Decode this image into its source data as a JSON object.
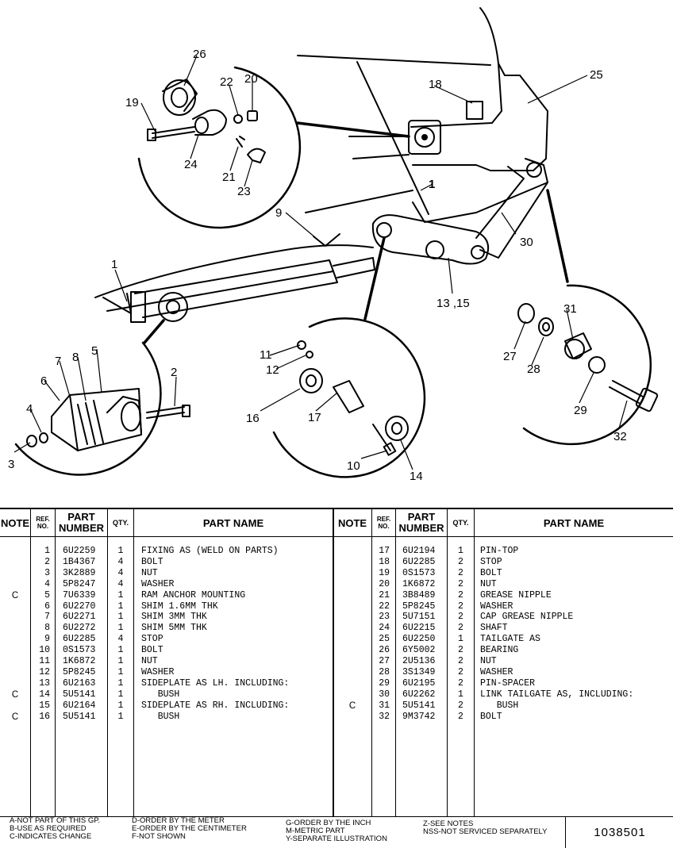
{
  "callouts": {
    "c1a": "1",
    "c1b": "1",
    "c2": "2",
    "c3": "3",
    "c4": "4",
    "c5": "5",
    "c6": "6",
    "c7": "7",
    "c8": "8",
    "c9": "9",
    "c10": "10",
    "c11": "11",
    "c12": "12",
    "c13": "13 ,15",
    "c14": "14",
    "c16": "16",
    "c17": "17",
    "c18": "18",
    "c19": "19",
    "c20": "20",
    "c21": "21",
    "c22": "22",
    "c23": "23",
    "c24": "24",
    "c25": "25",
    "c26": "26",
    "c27": "27",
    "c28": "28",
    "c29": "29",
    "c30": "30",
    "c31": "31",
    "c32": "32"
  },
  "table": {
    "headers": {
      "note": "NOTE",
      "ref": "REF. NO.",
      "part": "PART NUMBER",
      "qty": "QTY.",
      "name": "PART NAME"
    },
    "left": [
      {
        "note": "",
        "ref": "1",
        "part": "6U2259",
        "qty": "1",
        "name": "FIXING AS (WELD ON PARTS)"
      },
      {
        "note": "",
        "ref": "2",
        "part": "1B4367",
        "qty": "4",
        "name": "BOLT"
      },
      {
        "note": "",
        "ref": "3",
        "part": "3K2889",
        "qty": "4",
        "name": "NUT"
      },
      {
        "note": "",
        "ref": "4",
        "part": "5P8247",
        "qty": "4",
        "name": "WASHER"
      },
      {
        "note": "C",
        "ref": "5",
        "part": "7U6339",
        "qty": "1",
        "name": "RAM ANCHOR MOUNTING"
      },
      {
        "note": "",
        "ref": "6",
        "part": "6U2270",
        "qty": "1",
        "name": "SHIM 1.6MM THK"
      },
      {
        "note": "",
        "ref": "7",
        "part": "6U2271",
        "qty": "1",
        "name": "SHIM 3MM THK"
      },
      {
        "note": "",
        "ref": "8",
        "part": "6U2272",
        "qty": "1",
        "name": "SHIM 5MM THK"
      },
      {
        "note": "",
        "ref": "9",
        "part": "6U2285",
        "qty": "4",
        "name": "STOP"
      },
      {
        "note": "",
        "ref": "10",
        "part": "0S1573",
        "qty": "1",
        "name": "BOLT"
      },
      {
        "note": "",
        "ref": "11",
        "part": "1K6872",
        "qty": "1",
        "name": "NUT"
      },
      {
        "note": "",
        "ref": "12",
        "part": "5P8245",
        "qty": "1",
        "name": "WASHER"
      },
      {
        "note": "",
        "ref": "13",
        "part": "6U2163",
        "qty": "1",
        "name": "SIDEPLATE AS LH. INCLUDING:"
      },
      {
        "note": "C",
        "ref": "14",
        "part": "5U5141",
        "qty": "1",
        "name": "   BUSH"
      },
      {
        "note": "",
        "ref": "15",
        "part": "6U2164",
        "qty": "1",
        "name": "SIDEPLATE AS RH. INCLUDING:"
      },
      {
        "note": "C",
        "ref": "16",
        "part": "5U5141",
        "qty": "1",
        "name": "   BUSH"
      }
    ],
    "right": [
      {
        "note": "",
        "ref": "17",
        "part": "6U2194",
        "qty": "1",
        "name": "PIN-TOP"
      },
      {
        "note": "",
        "ref": "18",
        "part": "6U2285",
        "qty": "2",
        "name": "STOP"
      },
      {
        "note": "",
        "ref": "19",
        "part": "0S1573",
        "qty": "2",
        "name": "BOLT"
      },
      {
        "note": "",
        "ref": "20",
        "part": "1K6872",
        "qty": "2",
        "name": "NUT"
      },
      {
        "note": "",
        "ref": "21",
        "part": "3B8489",
        "qty": "2",
        "name": "GREASE NIPPLE"
      },
      {
        "note": "",
        "ref": "22",
        "part": "5P8245",
        "qty": "2",
        "name": "WASHER"
      },
      {
        "note": "",
        "ref": "23",
        "part": "5U7151",
        "qty": "2",
        "name": "CAP GREASE NIPPLE"
      },
      {
        "note": "",
        "ref": "24",
        "part": "6U2215",
        "qty": "2",
        "name": "SHAFT"
      },
      {
        "note": "",
        "ref": "25",
        "part": "6U2250",
        "qty": "1",
        "name": "TAILGATE AS"
      },
      {
        "note": "",
        "ref": "26",
        "part": "6Y5002",
        "qty": "2",
        "name": "BEARING"
      },
      {
        "note": "",
        "ref": "27",
        "part": "2U5136",
        "qty": "2",
        "name": "NUT"
      },
      {
        "note": "",
        "ref": "28",
        "part": "3S1349",
        "qty": "2",
        "name": "WASHER"
      },
      {
        "note": "",
        "ref": "29",
        "part": "6U2195",
        "qty": "2",
        "name": "PIN-SPACER"
      },
      {
        "note": "",
        "ref": "30",
        "part": "6U2262",
        "qty": "1",
        "name": "LINK TAILGATE AS, INCLUDING:"
      },
      {
        "note": "C",
        "ref": "31",
        "part": "5U5141",
        "qty": "2",
        "name": "   BUSH"
      },
      {
        "note": "",
        "ref": "32",
        "part": "9M3742",
        "qty": "2",
        "name": "BOLT"
      }
    ]
  },
  "legend": {
    "col1": "A-NOT PART OF THIS GP.\nB-USE AS REQUIRED\nC-INDICATES CHANGE",
    "col2": "D-ORDER BY THE METER\nE-ORDER BY THE CENTIMETER\nF-NOT SHOWN",
    "col3": "G-ORDER BY THE INCH\nM-METRIC PART\nY-SEPARATE ILLUSTRATION",
    "col4": "Z-SEE NOTES\nNSS-NOT SERVICED SEPARATELY",
    "doc_number": "1038501"
  }
}
